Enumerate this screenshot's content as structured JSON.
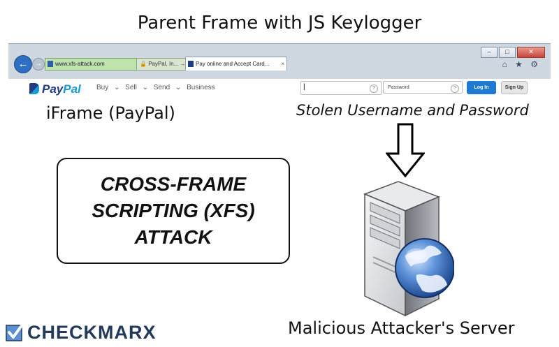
{
  "title": "Parent Frame with JS Keylogger",
  "browser": {
    "address_url": "www.xfs-attack.com",
    "tab1_label": "PayPal, In...",
    "tab2_label": "Pay online and Accept Card...",
    "tab_close": "×",
    "window_buttons": [
      "–",
      "□",
      "✕"
    ],
    "nav_icons": "⌂ ★ ⚙"
  },
  "paypal": {
    "logo_pay": "Pay",
    "logo_pal": "Pal",
    "menu": "Buy ⌄  Sell ⌄  Send ⌄  Business",
    "username_value": "|",
    "password_placeholder": "Password",
    "help": "?",
    "login_button": "Log In",
    "signup_button": "Sign Up"
  },
  "iframe_label": "iFrame (PayPal)",
  "stolen_label": "Stolen Username and Password",
  "attack_label": "CROSS-FRAME\nSCRIPTING (XFS)\nATTACK",
  "server_label": "Malicious Attacker's Server",
  "logo_text": "CHECKMARX",
  "colors": {
    "paypal_dark_blue": "#253b80",
    "paypal_light_blue": "#179bd7",
    "login_blue": "#1f7ad1",
    "address_green": "#bfe3ad",
    "checkmarx_blue": "#233a5a",
    "globe_blue": "#2b63b5"
  }
}
